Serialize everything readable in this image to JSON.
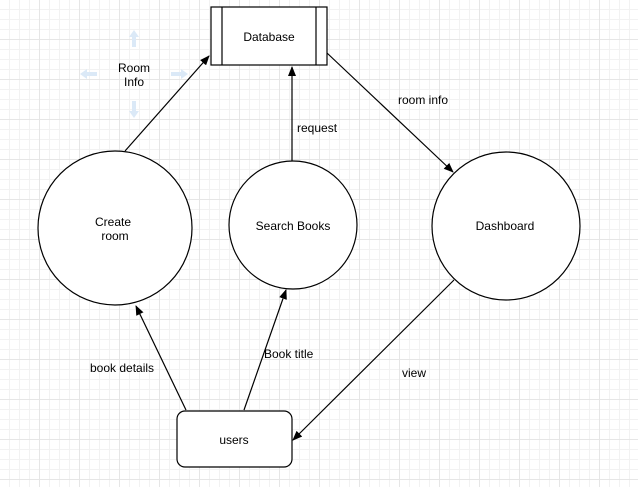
{
  "nodes": {
    "database": {
      "label": "Database",
      "shape": "process-box"
    },
    "create_room": {
      "label_line1": "Create",
      "label_line2": "room",
      "shape": "circle"
    },
    "search_books": {
      "label": "Search Books",
      "shape": "circle"
    },
    "dashboard": {
      "label": "Dashboard",
      "shape": "circle"
    },
    "users": {
      "label": "users",
      "shape": "rounded-rectangle"
    }
  },
  "edges": {
    "room_info_create": {
      "label_line1": "Room",
      "label_line2": "Info",
      "from": "Create room",
      "to": "Database"
    },
    "request": {
      "label": "request",
      "from": "Search Books",
      "to": "Database"
    },
    "room_info_dashboard": {
      "label": "room info",
      "from": "Database",
      "to": "Dashboard"
    },
    "book_details": {
      "label": "book details",
      "from": "users",
      "to": "Create room"
    },
    "book_title": {
      "label": "Book title",
      "from": "users",
      "to": "Search Books"
    },
    "view": {
      "label": "view",
      "from": "Dashboard",
      "to": "users"
    }
  },
  "colors": {
    "stroke": "#000000",
    "grid": "#e6e6e6",
    "selection_handles": "#dbe9f7"
  },
  "selection_handle_icons": [
    "arrow-up-icon",
    "arrow-down-icon",
    "arrow-left-icon",
    "arrow-right-icon"
  ]
}
